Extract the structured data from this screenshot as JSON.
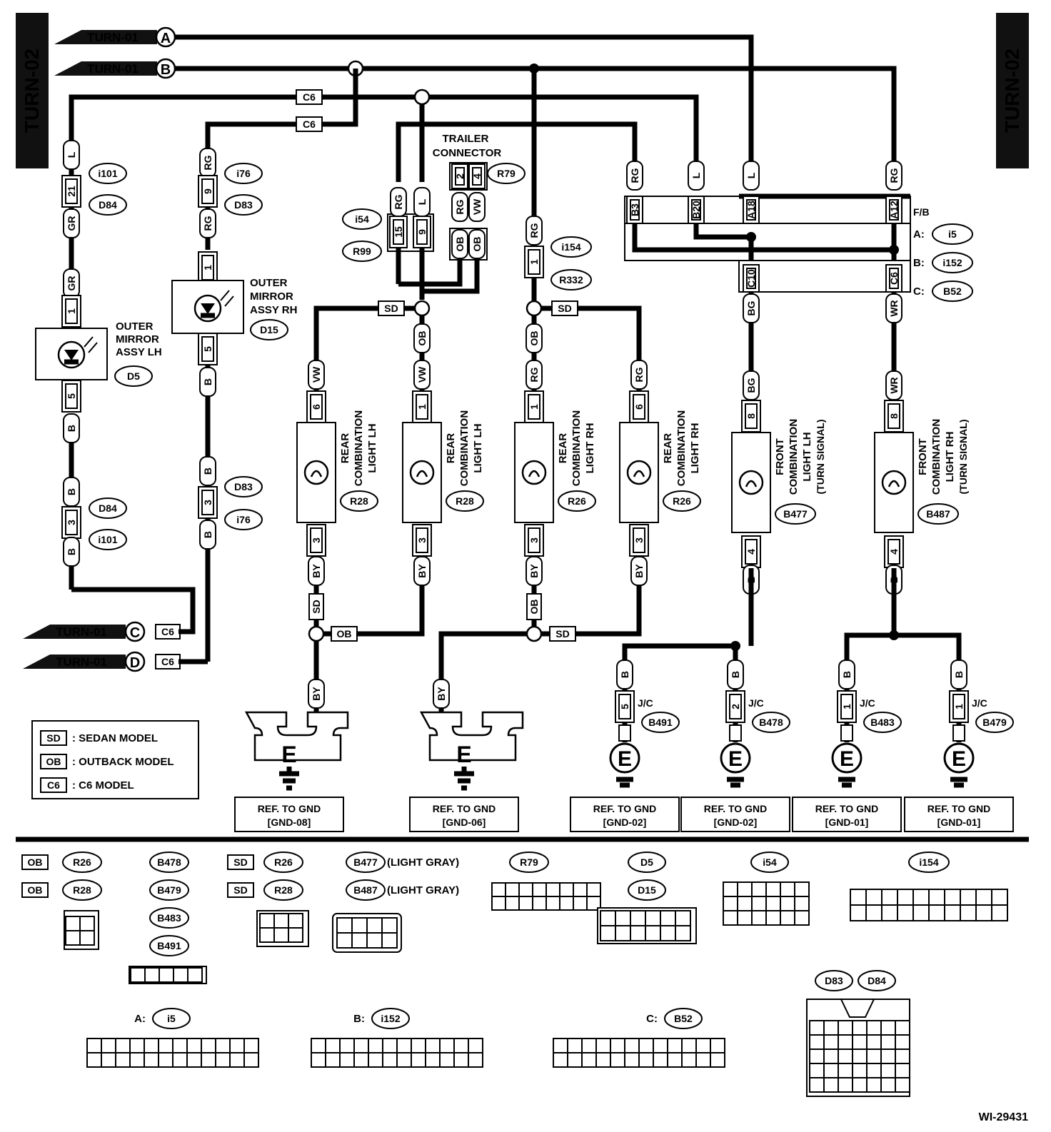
{
  "page_labels": {
    "side_left": "TURN-02",
    "side_right": "TURN-02",
    "figure_id": "WI-29431"
  },
  "inputs": [
    {
      "label": "TURN-01",
      "pin": "A"
    },
    {
      "label": "TURN-01",
      "pin": "B"
    },
    {
      "label": "TURN-01",
      "pin": "C",
      "tag": "C6"
    },
    {
      "label": "TURN-01",
      "pin": "D",
      "tag": "C6"
    }
  ],
  "components": {
    "mirror_lh": {
      "name_lines": [
        "OUTER",
        "MIRROR",
        "ASSY LH"
      ],
      "id": "D5"
    },
    "mirror_rh": {
      "name_lines": [
        "OUTER",
        "MIRROR",
        "ASSY RH"
      ],
      "id": "D15"
    },
    "trailer": {
      "name_lines": [
        "TRAILER",
        "CONNECTOR"
      ],
      "id": "R79"
    },
    "rear_lh": {
      "name_lines": [
        "REAR",
        "COMBINATION",
        "LIGHT LH"
      ],
      "id": "R28"
    },
    "rear_rh": {
      "name_lines": [
        "REAR",
        "COMBINATION",
        "LIGHT RH"
      ],
      "id": "R26"
    },
    "front_lh": {
      "name_lines": [
        "FRONT",
        "COMBINATION",
        "LIGHT LH",
        "(TURN SIGNAL)"
      ],
      "id": "B477"
    },
    "front_rh": {
      "name_lines": [
        "FRONT",
        "COMBINATION",
        "LIGHT RH",
        "(TURN SIGNAL)"
      ],
      "id": "B487"
    },
    "fuse_box": {
      "label": "F/B",
      "connectors": [
        {
          "key": "A:",
          "id": "i5"
        },
        {
          "key": "B:",
          "id": "i152"
        },
        {
          "key": "C:",
          "id": "B52"
        }
      ]
    }
  },
  "connector_ids": [
    "i101",
    "D84",
    "i76",
    "D83",
    "i54",
    "R99",
    "i154",
    "R332"
  ],
  "wire_colors": [
    "L",
    "GR",
    "RG",
    "B",
    "VW",
    "OB",
    "BY",
    "BG",
    "WR"
  ],
  "pin_labels": [
    "21",
    "9",
    "1",
    "5",
    "3",
    "15",
    "2",
    "4",
    "6",
    "8",
    "B3",
    "B20",
    "A18",
    "A12",
    "C10",
    "C6"
  ],
  "junctions": [
    {
      "label": "J/C",
      "id": "B491",
      "pin": "5"
    },
    {
      "label": "J/C",
      "id": "B478",
      "pin": "2"
    },
    {
      "label": "J/C",
      "id": "B483",
      "pin": "1"
    },
    {
      "label": "J/C",
      "id": "B479",
      "pin": "1"
    }
  ],
  "grounds": [
    {
      "symbol": "E",
      "ref": "REF. TO GND",
      "code": "[GND-08]"
    },
    {
      "symbol": "E",
      "ref": "REF. TO GND",
      "code": "[GND-06]"
    },
    {
      "symbol": "E",
      "ref": "REF. TO GND",
      "code": "[GND-02]"
    },
    {
      "symbol": "E",
      "ref": "REF. TO GND",
      "code": "[GND-02]"
    },
    {
      "symbol": "E",
      "ref": "REF. TO GND",
      "code": "[GND-01]"
    },
    {
      "symbol": "E",
      "ref": "REF. TO GND",
      "code": "[GND-01]"
    }
  ],
  "legend": [
    {
      "code": "SD",
      "text": ": SEDAN MODEL"
    },
    {
      "code": "OB",
      "text": ": OUTBACK MODEL"
    },
    {
      "code": "C6",
      "text": ": C6 MODEL"
    }
  ],
  "connector_views": {
    "ob_r26": {
      "tag": "OB",
      "id": "R26"
    },
    "ob_r28": {
      "tag": "OB",
      "id": "R28"
    },
    "sd_r26": {
      "tag": "SD",
      "id": "R26"
    },
    "sd_r28": {
      "tag": "SD",
      "id": "R28"
    },
    "jc_ids": [
      "B478",
      "B479",
      "B483",
      "B491"
    ],
    "b477": {
      "id": "B477",
      "note": "(LIGHT GRAY)"
    },
    "b487": {
      "id": "B487",
      "note": "(LIGHT GRAY)"
    },
    "r79": "R79",
    "d5": "D5",
    "d15": "D15",
    "i54": "i54",
    "i154": "i154",
    "d83": "D83",
    "d84": "D84",
    "fb_a": {
      "key": "A:",
      "id": "i5"
    },
    "fb_b": {
      "key": "B:",
      "id": "i152"
    },
    "fb_c": {
      "key": "C:",
      "id": "B52"
    }
  }
}
